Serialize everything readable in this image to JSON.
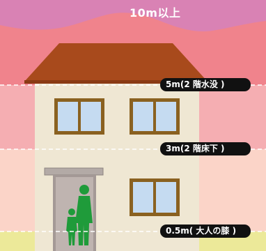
{
  "levels": {
    "top": "10m以上",
    "l5m": "5m(2 階水没 )",
    "l3m": "3m(2 階床下 )",
    "l05m": "0.5m( 大人の膝 )"
  },
  "colors": {
    "top_band": "#d982b4",
    "band_5m_above": "#f0838c",
    "band_3m_5m": "#f5aeb2",
    "band_05m_3m": "#fbd4c8",
    "band_below": "#ece999",
    "roof": "#a84a1c",
    "wall": "#efe7d3",
    "window_frame": "#8a6120",
    "glass": "#c5dbf1",
    "door": "#bfb4b0",
    "person": "#1f9b3a"
  }
}
